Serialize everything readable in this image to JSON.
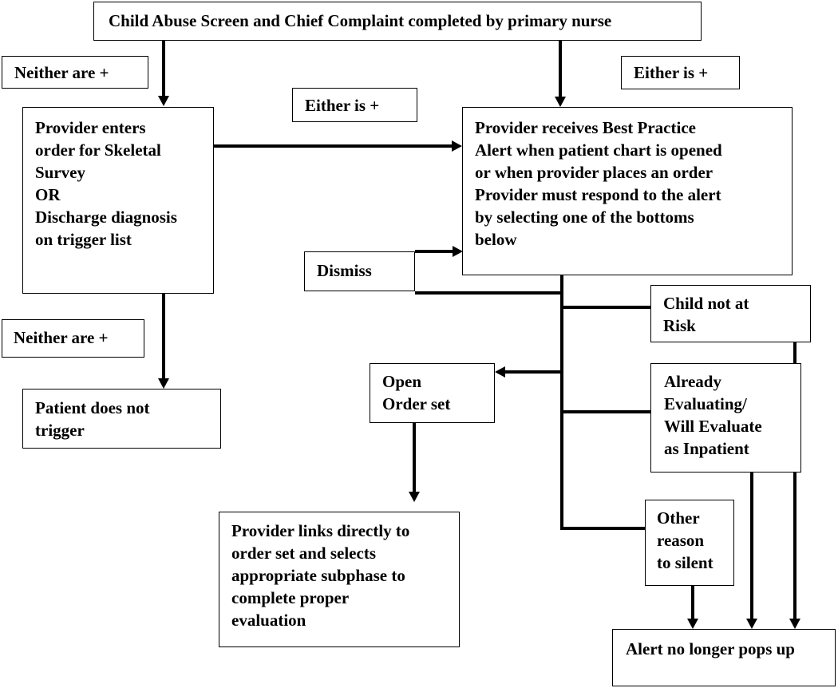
{
  "nodes": {
    "start": "Child Abuse Screen and Chief Complaint completed by primary nurse",
    "provider_enters": "Provider enters\norder for Skeletal\nSurvey\nOR\nDischarge diagnosis\non trigger list",
    "bpa_alert": "Provider receives Best Practice\nAlert when patient chart is opened\nor when provider places an order\nProvider must respond  to the alert\nby selecting one of the bottoms\nbelow",
    "not_trigger": "Patient does not\ntrigger",
    "dismiss": "Dismiss",
    "not_at_risk": "Child not at\nRisk",
    "open_order_set": "Open\nOrder set",
    "already_evaluating": "Already\nEvaluating/\nWill Evaluate\nas Inpatient",
    "provider_links": "Provider links directly to\norder set and selects\nappropriate subphase to\ncomplete proper\nevaluation",
    "other_reason": "Other\nreason\nto silent",
    "no_longer_pops": "Alert no longer pops up"
  },
  "labels": {
    "neither_top": "Neither are +",
    "either_top": "Either is +",
    "either_middle": "Either is +",
    "neither_bottom": "Neither are +"
  }
}
